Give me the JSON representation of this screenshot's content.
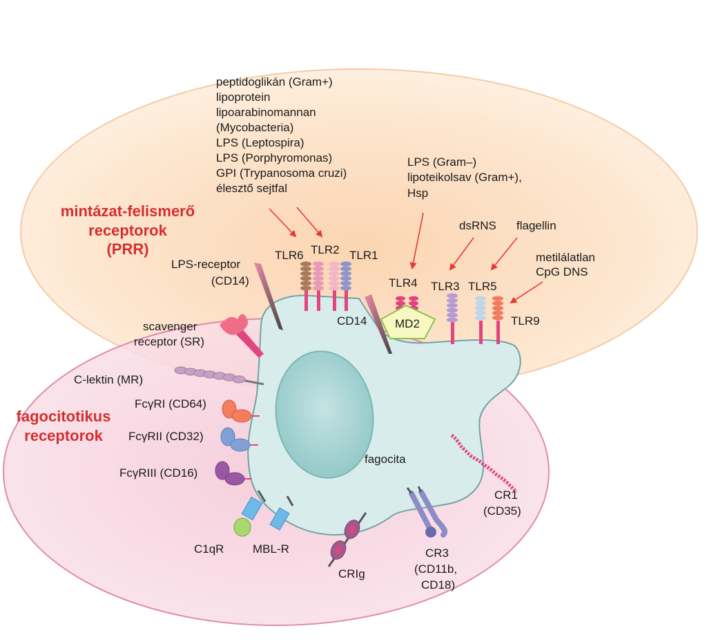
{
  "region_prr": {
    "title_lines": [
      "mintázat-felismerő",
      "receptorok",
      "(PRR)"
    ]
  },
  "region_phago": {
    "title_lines": [
      "fagocitotikus",
      "receptorok"
    ]
  },
  "ligands_tlr2": {
    "lines": [
      "peptidoglikán (Gram+)",
      "lipoprotein",
      "lipoarabinomannan",
      "(Mycobacteria)",
      "LPS (Leptospira)",
      "LPS (Porphyromonas)",
      "GPI (Trypanosoma cruzi)",
      "élesztő sejtfal"
    ]
  },
  "ligands_tlr4": {
    "lines": [
      "LPS (Gram–)",
      "lipoteikolsav (Gram+),",
      "Hsp"
    ]
  },
  "ligand_tlr3": "dsRNS",
  "ligand_tlr5": "flagellin",
  "ligands_tlr9": {
    "lines": [
      "metilálatlan",
      "CpG DNS"
    ]
  },
  "receptors": {
    "tlr6": "TLR6",
    "tlr2": "TLR2",
    "tlr1": "TLR1",
    "tlr4": "TLR4",
    "tlr3": "TLR3",
    "tlr5": "TLR5",
    "tlr9": "TLR9",
    "md2": "MD2",
    "cd14": "CD14",
    "lps_receptor_lines": [
      "LPS-receptor",
      "(CD14)"
    ],
    "scavenger_lines": [
      "scavenger",
      "receptor (SR)"
    ],
    "c_lectin": "C-lektin (MR)",
    "fc_ri": "FcγRI (CD64)",
    "fc_rii": "FcγRII (CD32)",
    "fc_riii": "FcγRIII (CD16)",
    "c1qr": "C1qR",
    "mbl_r": "MBL-R",
    "crig": "CRIg",
    "cr3_lines": [
      "CR3",
      "(CD11b,",
      "CD18)"
    ],
    "cr1_lines": [
      "CR1",
      "(CD35)"
    ]
  },
  "cell_label": "fagocita",
  "colors": {
    "title_red": "#d32f2f",
    "cell_fill": "#d9ecec",
    "nucleus_fill": "#a9d4d4",
    "prr_region": "#fde3c8",
    "phago_region": "#f9dbe6",
    "phago_border": "#d9799e",
    "arrow_red": "#e53935",
    "stalk_magenta": "#e0457f"
  }
}
